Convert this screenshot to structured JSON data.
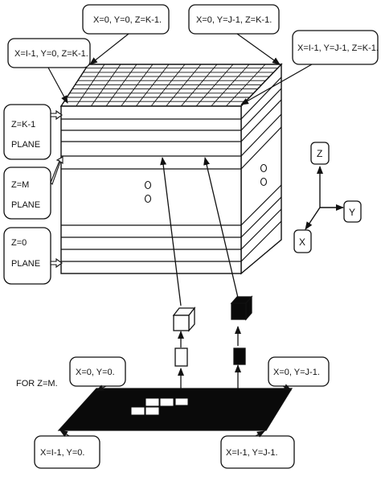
{
  "labels": {
    "top_left_corner": "X=I-1, Y=0, Z=K-1.",
    "top_origin": "X=0, Y=0, Z=K-1.",
    "top_right_y": "X=0, Y=J-1, Z=K-1.",
    "top_far_corner": "X=I-1, Y=J-1, Z=K-1.",
    "plane_top_line1": "Z=K-1",
    "plane_top_line2": "PLANE",
    "plane_mid_line1": "Z=M",
    "plane_mid_line2": "PLANE",
    "plane_bottom_line1": "Z=0",
    "plane_bottom_line2": "PLANE",
    "axis_z": "Z",
    "axis_y": "Y",
    "axis_x": "X",
    "for_z": "FOR Z=M.",
    "slice_origin": "X=0, Y=0.",
    "slice_y_end": "X=0, Y=J-1.",
    "slice_x_end": "X=I-1, Y=0.",
    "slice_far_corner": "X=I-1, Y=J-1."
  },
  "colors": {
    "line": "#111111",
    "fill": "#ffffff",
    "dark": "#0a0a0a"
  }
}
